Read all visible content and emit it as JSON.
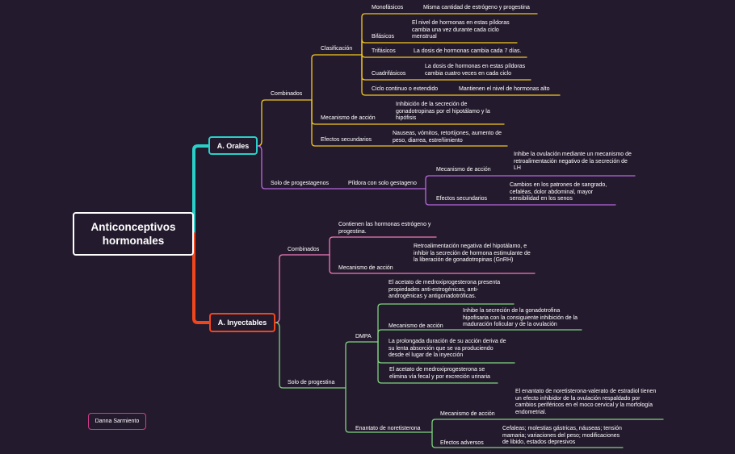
{
  "root": "Anticonceptivos hormonales",
  "author": "Danna Sarmiento",
  "colors": {
    "background": "#241a2d",
    "orales": "#2ad0c8",
    "inyectables": "#f0461e",
    "orales_combinados": "#f2c81e",
    "orales_progestagenos": "#b868e0",
    "iny_combinados": "#f07ab8",
    "iny_progestina": "#7ed37e",
    "author": "#d23d8c"
  },
  "orales": {
    "label": "A. Orales",
    "combinados": {
      "label": "Combinados",
      "clasificacion": {
        "label": "Clasificación",
        "monofasicos": {
          "label": "Monofásicos",
          "desc": "Misma cantidad de estrógeno y progestina"
        },
        "bifasicos": {
          "label": "Bifásicos",
          "desc": "El nivel de hormonas en estas píldoras cambia una vez durante cada ciclo menstrual"
        },
        "trifasicos": {
          "label": "Trifásicos",
          "desc": "La dosis de hormonas cambia cada 7 días."
        },
        "cuadrifasicos": {
          "label": "Cuadrifásicos",
          "desc": "La dosis de hormonas en estas píldoras cambia cuatro veces en cada ciclo"
        },
        "ciclo_continuo": {
          "label": "Ciclo continuo o extendido",
          "desc": "Mantienen el nivel de hormonas alto"
        }
      },
      "mecanismo": {
        "label": "Mecanismo de acción",
        "desc": "Inhibición de la secreción de gonadotropinas por el hipotálamo y la hipófisis"
      },
      "efectos": {
        "label": "Efectos secundarios",
        "desc": "Nauseas, vómitos, retortijones, aumento de peso, diarrea, estreñimiento"
      }
    },
    "progestagenos": {
      "label": "Solo de progestagenos",
      "pildora": {
        "label": "Píldora con solo gestageno",
        "mecanismo": {
          "label": "Mecanismo de acción",
          "desc": "Inhibe la ovulación mediante un mecanismo de retroalimentación negativo de la secreción de LH"
        },
        "efectos": {
          "label": "Efectos secundarios",
          "desc": "Cambios en los patrones de sangrado, cefaléas, dolor abdominal, mayor sensibilidad en los senos"
        }
      }
    }
  },
  "inyectables": {
    "label": "A. Inyectables",
    "combinados": {
      "label": "Combinados",
      "contienen": "Contienen las hormonas estrógeno y progestina.",
      "mecanismo": {
        "label": "Mecanismo de acción",
        "desc": "Retroalimentación negativa del hipotálamo, e inhibir la secreción de hormona estimulante de la liberación de gonadotropinas (GnRH)"
      }
    },
    "progestina": {
      "label": "Solo de progestina",
      "dmpa": {
        "label": "DMPA",
        "item1": "El acetato de medroxiprogesterona presenta propiedades anti-estrogénicas, anti-androgénicas y antigonadotróficas.",
        "mecanismo": {
          "label": "Mecanismo de acción",
          "desc": "Inhibe la secreción de la gonadotrofina hipofisaria con la consiguiente inhibición de la maduración folicular y de la ovulación"
        },
        "item3": "La prolongada duración de su acción deriva de su lenta absorción que se va produciendo desde el lugar de la inyección",
        "item4": "El acetato de medroxiprogesterona se elimina vía fecal y por excreción urinaria"
      },
      "enantato": {
        "label": "Enantato de noretisterona",
        "mecanismo": {
          "label": "Mecanismo de acción",
          "desc": "El enantato de noretisterona-valerato de estradiol tienen un efecto inhibidor de la ovulación respaldado por cambios periféricos en el moco cervical y la morfología endometrial."
        },
        "efectos": {
          "label": "Efectos adversos",
          "desc": "Cefaleas; molestias gástricas, náuseas; tensión mamaria; variaciones del peso; modificaciones de libido, estados depresivos"
        }
      }
    }
  }
}
